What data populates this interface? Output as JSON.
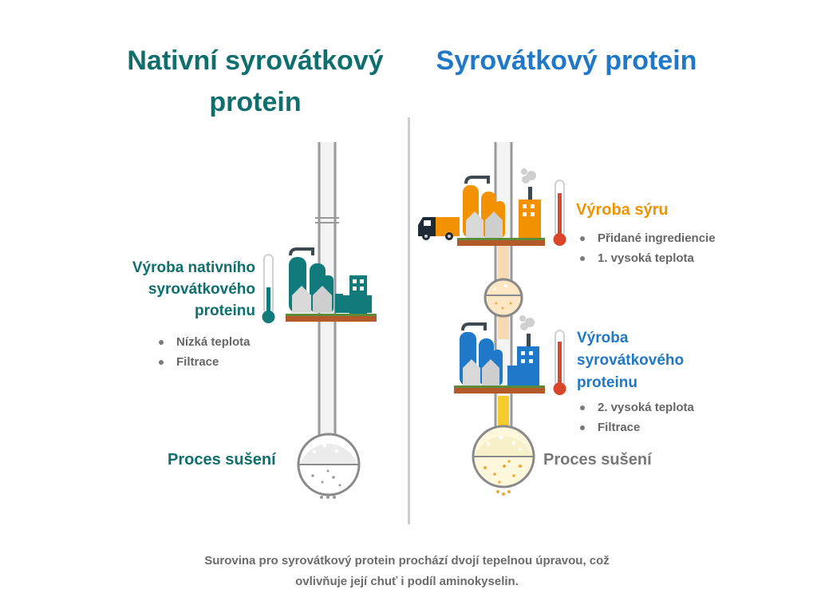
{
  "headers": {
    "native": "Nativní syrovátkový protein",
    "whey": "Syrovátkový protein"
  },
  "native_production": {
    "title": "Výroba nativního syrovátkového proteinu",
    "bullets": [
      "Nízká teplota",
      "Filtrace"
    ]
  },
  "cheese_production": {
    "title": "Výroba sýru",
    "bullets": [
      "Přidané ingrediencie",
      "1. vysoká teplota"
    ]
  },
  "whey_production": {
    "title": "Výroba syrovátkového proteinu",
    "bullets": [
      "2. vysoká teplota",
      "Filtrace"
    ]
  },
  "drying": {
    "left": "Proces sušení",
    "right": "Proces sušení"
  },
  "footer": "Surovina pro syrovátkový protein prochází dvojí tepelnou úpravou, což ovlivňuje její chuť i podíl aminokyselin.",
  "colors": {
    "native": "#0f6e6e",
    "whey": "#1f78c8",
    "cheese": "#f39200",
    "thermometer_hot": "#d9462b",
    "shelf": "#b45a2a"
  }
}
